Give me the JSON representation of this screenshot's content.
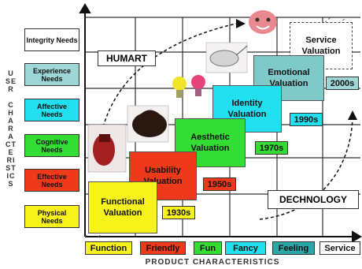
{
  "y_axis": {
    "title_top": "USER",
    "title_bottom": "CHARACTERISTICS",
    "needs": [
      {
        "label": "Integrity Needs",
        "color": "#ffffff"
      },
      {
        "label": "Experience Needs",
        "color": "#9fd6d6"
      },
      {
        "label": "Affective Needs",
        "color": "#22e0f0"
      },
      {
        "label": "Cognitive Needs",
        "color": "#33dd33"
      },
      {
        "label": "Effective Needs",
        "color": "#ee3a1a"
      },
      {
        "label": "Physical Needs",
        "color": "#f6f21a"
      }
    ]
  },
  "x_axis": {
    "title": "PRODUCT CHARACTERISTICS",
    "products": [
      {
        "label": "Function",
        "color": "#f6f21a"
      },
      {
        "label": "Friendly",
        "color": "#ee3a1a"
      },
      {
        "label": "Fun",
        "color": "#33dd33"
      },
      {
        "label": "Fancy",
        "color": "#22e0f0"
      },
      {
        "label": "Feeling",
        "color": "#2aa8a8"
      },
      {
        "label": "Service",
        "color": "#ffffff"
      }
    ]
  },
  "valuations": [
    {
      "label": "Functional Valuation",
      "color": "#f6f21a",
      "year": "1930s",
      "year_color": "#f6f21a"
    },
    {
      "label": "Usability Valuation",
      "color": "#ee3a1a",
      "year": "1950s",
      "year_color": "#ee3a1a"
    },
    {
      "label": "Aesthetic Valuation",
      "color": "#33dd33",
      "year": "1970s",
      "year_color": "#33dd33"
    },
    {
      "label": "Identity Valuation",
      "color": "#22e0f0",
      "year": "1990s",
      "year_color": "#22e0f0"
    },
    {
      "label": "Emotional Valuation",
      "color": "#7fc9c9",
      "year": "2000s",
      "year_color": "#9fd6d6"
    },
    {
      "label": "Service Valuation",
      "color": "#ffffff"
    }
  ],
  "callouts": {
    "humart": "HUMART",
    "dechnology": "DECHNOLOGY"
  },
  "icons": [
    "handbag-photo",
    "red-device-photo",
    "light-bulbs-photo",
    "computer-mouse-photo",
    "pink-pillow-photo"
  ]
}
